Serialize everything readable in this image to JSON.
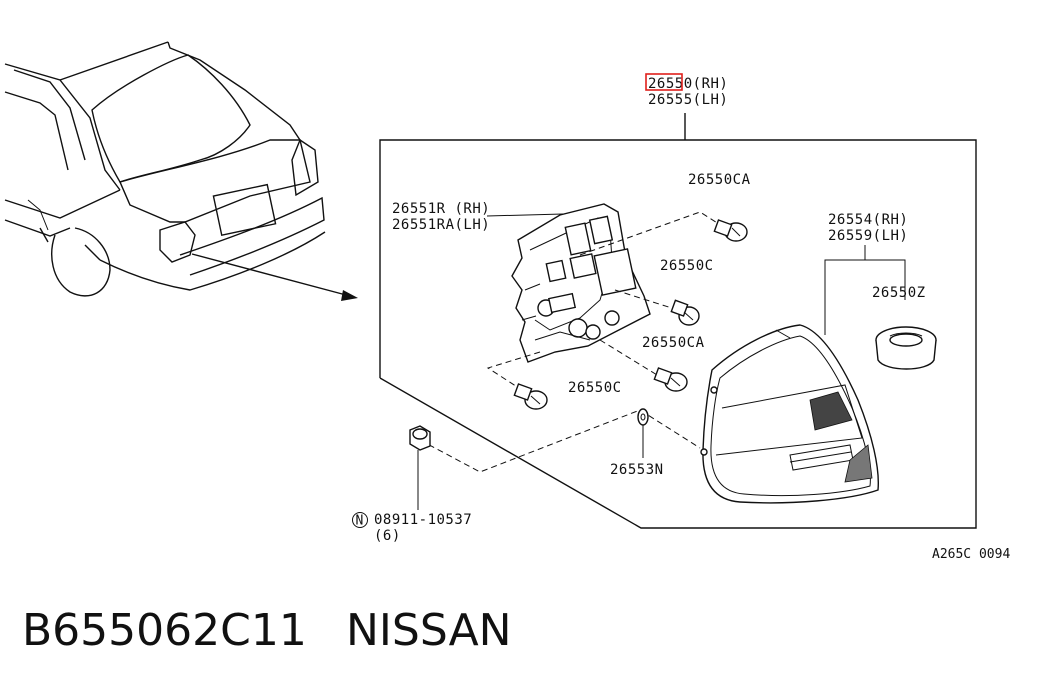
{
  "parts": {
    "assembly_rh": "26550(RH)",
    "assembly_lh": "26555(LH)",
    "housing_rh": "26551R (RH)",
    "housing_lh": "26551RA(LH)",
    "bulb_ca_top": "26550CA",
    "bulb_c_mid": "26550C",
    "bulb_ca_low": "26550CA",
    "bulb_c_low": "26550C",
    "lens_rh": "26554(RH)",
    "lens_lh": "26559(LH)",
    "seal": "26550Z",
    "washer": "26553N",
    "nut_number": "08911-10537",
    "nut_qty": "(6)",
    "nut_symbol": "N"
  },
  "diagram_ref": "A265C 0094",
  "footer": {
    "part_code": "B655062C11",
    "brand": "NISSAN"
  },
  "highlight": {
    "target": "assembly_rh",
    "color": "#e0201c"
  }
}
